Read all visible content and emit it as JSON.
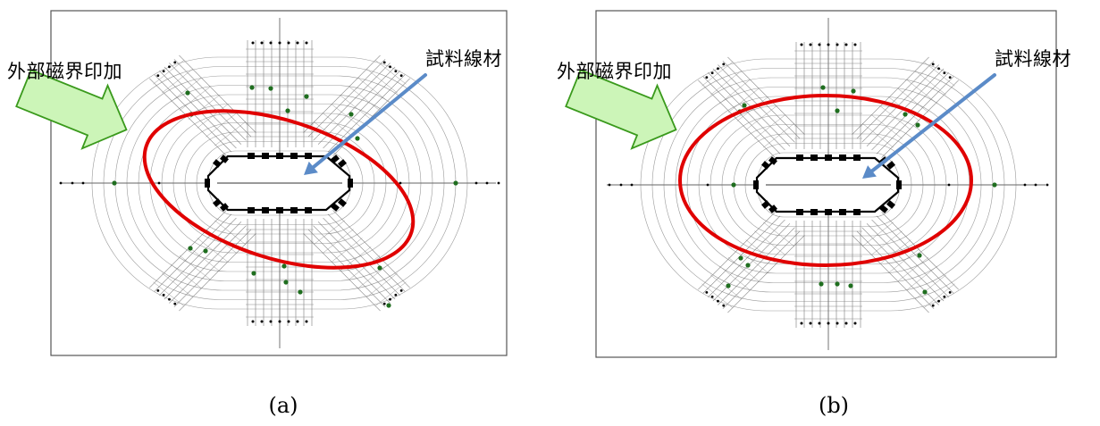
{
  "panels": [
    {
      "id": "a",
      "caption": "(a)",
      "field_label": "外部磁界印加",
      "sample_label": "試料線材",
      "ellipse_rotation_deg": 18
    },
    {
      "id": "b",
      "caption": "(b)",
      "field_label": "外部磁界印加",
      "sample_label": "試料線材",
      "ellipse_rotation_deg": 0
    }
  ],
  "colors": {
    "ellipse": "#e00000",
    "field_arrow_fill": "#ccf5b8",
    "field_arrow_stroke": "#3a9a1c",
    "sample_arrow": "#5b8bc8",
    "grid": "#9a9a9a",
    "dot_green": "#1f6e1f"
  }
}
